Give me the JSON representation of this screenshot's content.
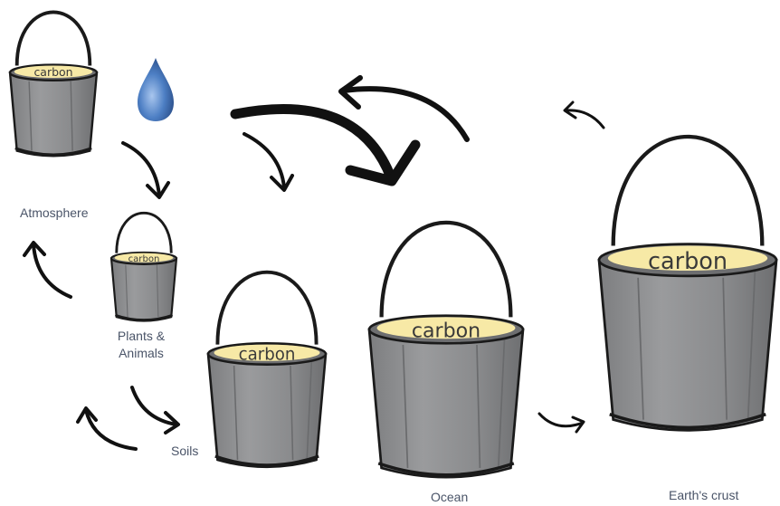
{
  "carbon_word": "carbon",
  "labels": {
    "atmosphere": "Atmosphere",
    "plants_line1": "Plants &",
    "plants_line2": "Animals",
    "soils": "Soils",
    "ocean": "Ocean",
    "earths_crust": "Earth's crust"
  },
  "icons": {
    "water_drop": "water-drop-icon"
  },
  "colors": {
    "bucket_body": "#8f9092",
    "bucket_rim": "#6d6e70",
    "carbon_fill": "#f7e9a6",
    "outline": "#1a1a1a",
    "drop": "#3f6fb6",
    "label_text": "#4a5468"
  }
}
